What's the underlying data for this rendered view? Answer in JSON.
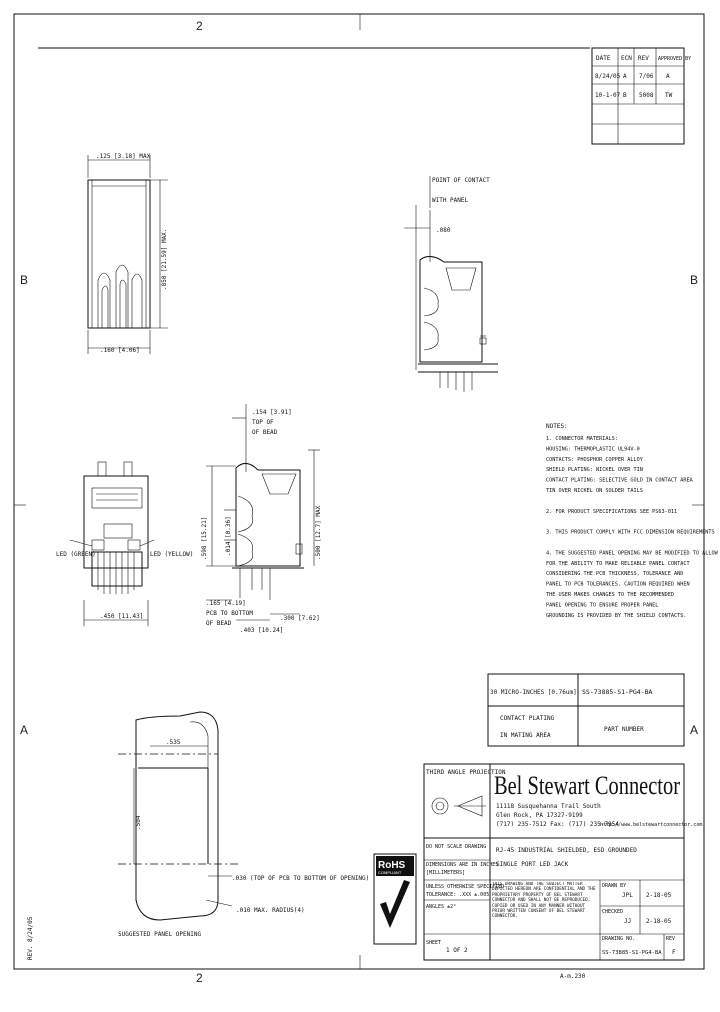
{
  "zones": {
    "top": "2",
    "right_upper": "B",
    "left_upper": "B",
    "left_lower": "A",
    "right_lower": "A",
    "bottom": "2"
  },
  "revision_table": {
    "headers": [
      "DATE",
      "ECN",
      "REV",
      "APPROVED BY"
    ],
    "rows": [
      [
        "8/24/05",
        "A",
        "7/06",
        "A"
      ],
      [
        "10-1-07",
        "B",
        "5008",
        "TW"
      ]
    ]
  },
  "side_view": {
    "top_dim": ".125 [3.18] MAX",
    "height_dim": ".850 [21.59] MAX.",
    "bottom_dim": ".160 [4.06]"
  },
  "contact_view": {
    "label_line1": "POINT OF CONTACT",
    "label_line2": "WITH PANEL",
    "dim": ".080"
  },
  "front_view": {
    "width_dim": ".450 [11.43]",
    "led_left": "LED (GREEN)",
    "led_right": "LED (YELLOW)"
  },
  "side_view2": {
    "top_note_dim": ".154 [3.91]",
    "top_note_l2": "TOP OF",
    "top_note_l3": "OF BEAD",
    "height_dim": ".598 [15.21]",
    "inner_dim": ".014 [0.36]",
    "right_dim": ".500 [12.7] MAX",
    "lower_left_dim": ".165 [4.19]",
    "lower_l2": "PCB TO BOTTOM",
    "lower_l3": "OF BEAD",
    "bottom_left": ".403 [10.24]",
    "bottom_right": ".300 [7.62]"
  },
  "notes": {
    "title": "NOTES:",
    "lines": [
      "1. CONNECTOR MATERIALS:",
      "   HOUSING: THERMOPLASTIC UL94V-0",
      "   CONTACTS: PHOSPHOR COPPER ALLOY",
      "   SHIELD PLATING: NICKEL OVER TIN",
      "   CONTACT PLATING: SELECTIVE GOLD IN CONTACT AREA",
      "                    TIN OVER NICKEL ON SOLDER TAILS",
      "",
      "2. FOR PRODUCT SPECIFICATIONS SEE PS63-011",
      "",
      "3. THIS PRODUCT COMPLY WITH FCC DIMENSION REQUIREMENTS",
      "",
      "4. THE SUGGESTED PANEL OPENING MAY BE MODIFIED TO ALLOW",
      "   FOR THE ABILITY TO MAKE RELIABLE PANEL CONTACT",
      "   CONSIDERING THE PCB THICKNESS, TOLERANCE AND",
      "   PANEL TO PCB TOLERANCES. CAUTION REQUIRED WHEN",
      "   THE USER MAKES CHANGES TO THE RECOMMENDED",
      "   PANEL OPENING TO ENSURE PROPER PANEL",
      "   GROUNDING IS PROVIDED BY THE SHIELD CONTACTS."
    ]
  },
  "part_box": {
    "plating": "30 MICRO-INCHES [0.76um]",
    "part_number": "SS-73885-S1-PG4-BA",
    "plating_label_l1": "CONTACT PLATING",
    "plating_label_l2": "IN MATING AREA",
    "pn_label": "PART NUMBER"
  },
  "panel_opening": {
    "dim_width": ".535",
    "dim_height": ".504",
    "dim_pcb": ".030 (TOP OF PCB TO BOTTOM OF OPENING)",
    "dim_radius": ".010 MAX. RADIUS(4)",
    "caption": "SUGGESTED PANEL OPENING"
  },
  "title_block": {
    "projection": "THIRD ANGLE PROJECTION",
    "company": "Bel Stewart Connector",
    "address_1": "11118 Susquehanna Trail South",
    "address_2": "Glen Rock, PA 17327-9199",
    "phone": "(717) 235-7512  Fax: (717) 235-7954",
    "web": "http://www.belstewartconnector.com",
    "scale_note": "DO NOT SCALE DRAWING",
    "dims_note_l1": "DIMENSIONS ARE IN INCHES",
    "dims_note_l2": "[MILLIMETERS]",
    "tol_note_l1": "UNLESS OTHERWISE SPECIFIED",
    "tol_note_l2": "TOLERANCE: .XXX ±.005",
    "tol_note_l3": "ANGLES ±2°",
    "description_l1": "RJ-45 INDUSTRIAL SHIELDED, ESD GROUNDED",
    "description_l2": "SINGLE PORT LED JACK",
    "rohs": "RoHS",
    "rohs_sub": "COMPLIANT",
    "drawn_label": "DRAWN BY",
    "drawn_by": "JPL",
    "drawn_date": "2-18-05",
    "checked_label": "CHECKED",
    "checked_by": "JJ",
    "checked_date": "2-18-05",
    "proprietary": "THIS DRAWING AND THE SUBJECT MATTER DEPICTED HEREON ARE CONFIDENTIAL AND THE PROPRIETARY PROPERTY OF BEL STEWART CONNECTOR AND SHALL NOT BE REPRODUCED, COPIED OR USED IN ANY MANNER WITHOUT PRIOR WRITTEN CONSENT OF BEL STEWART CONNECTOR.",
    "sheet_label": "SHEET",
    "sheet": "1 OF 2",
    "drawing_no_label": "DRAWING NO.",
    "drawing_no": "SS-73885-S1-PG4-BA",
    "rev_label": "REV",
    "rev": "F",
    "bottom_note": "A-m.230"
  },
  "side_margin_note": "REV. 8/24/05"
}
